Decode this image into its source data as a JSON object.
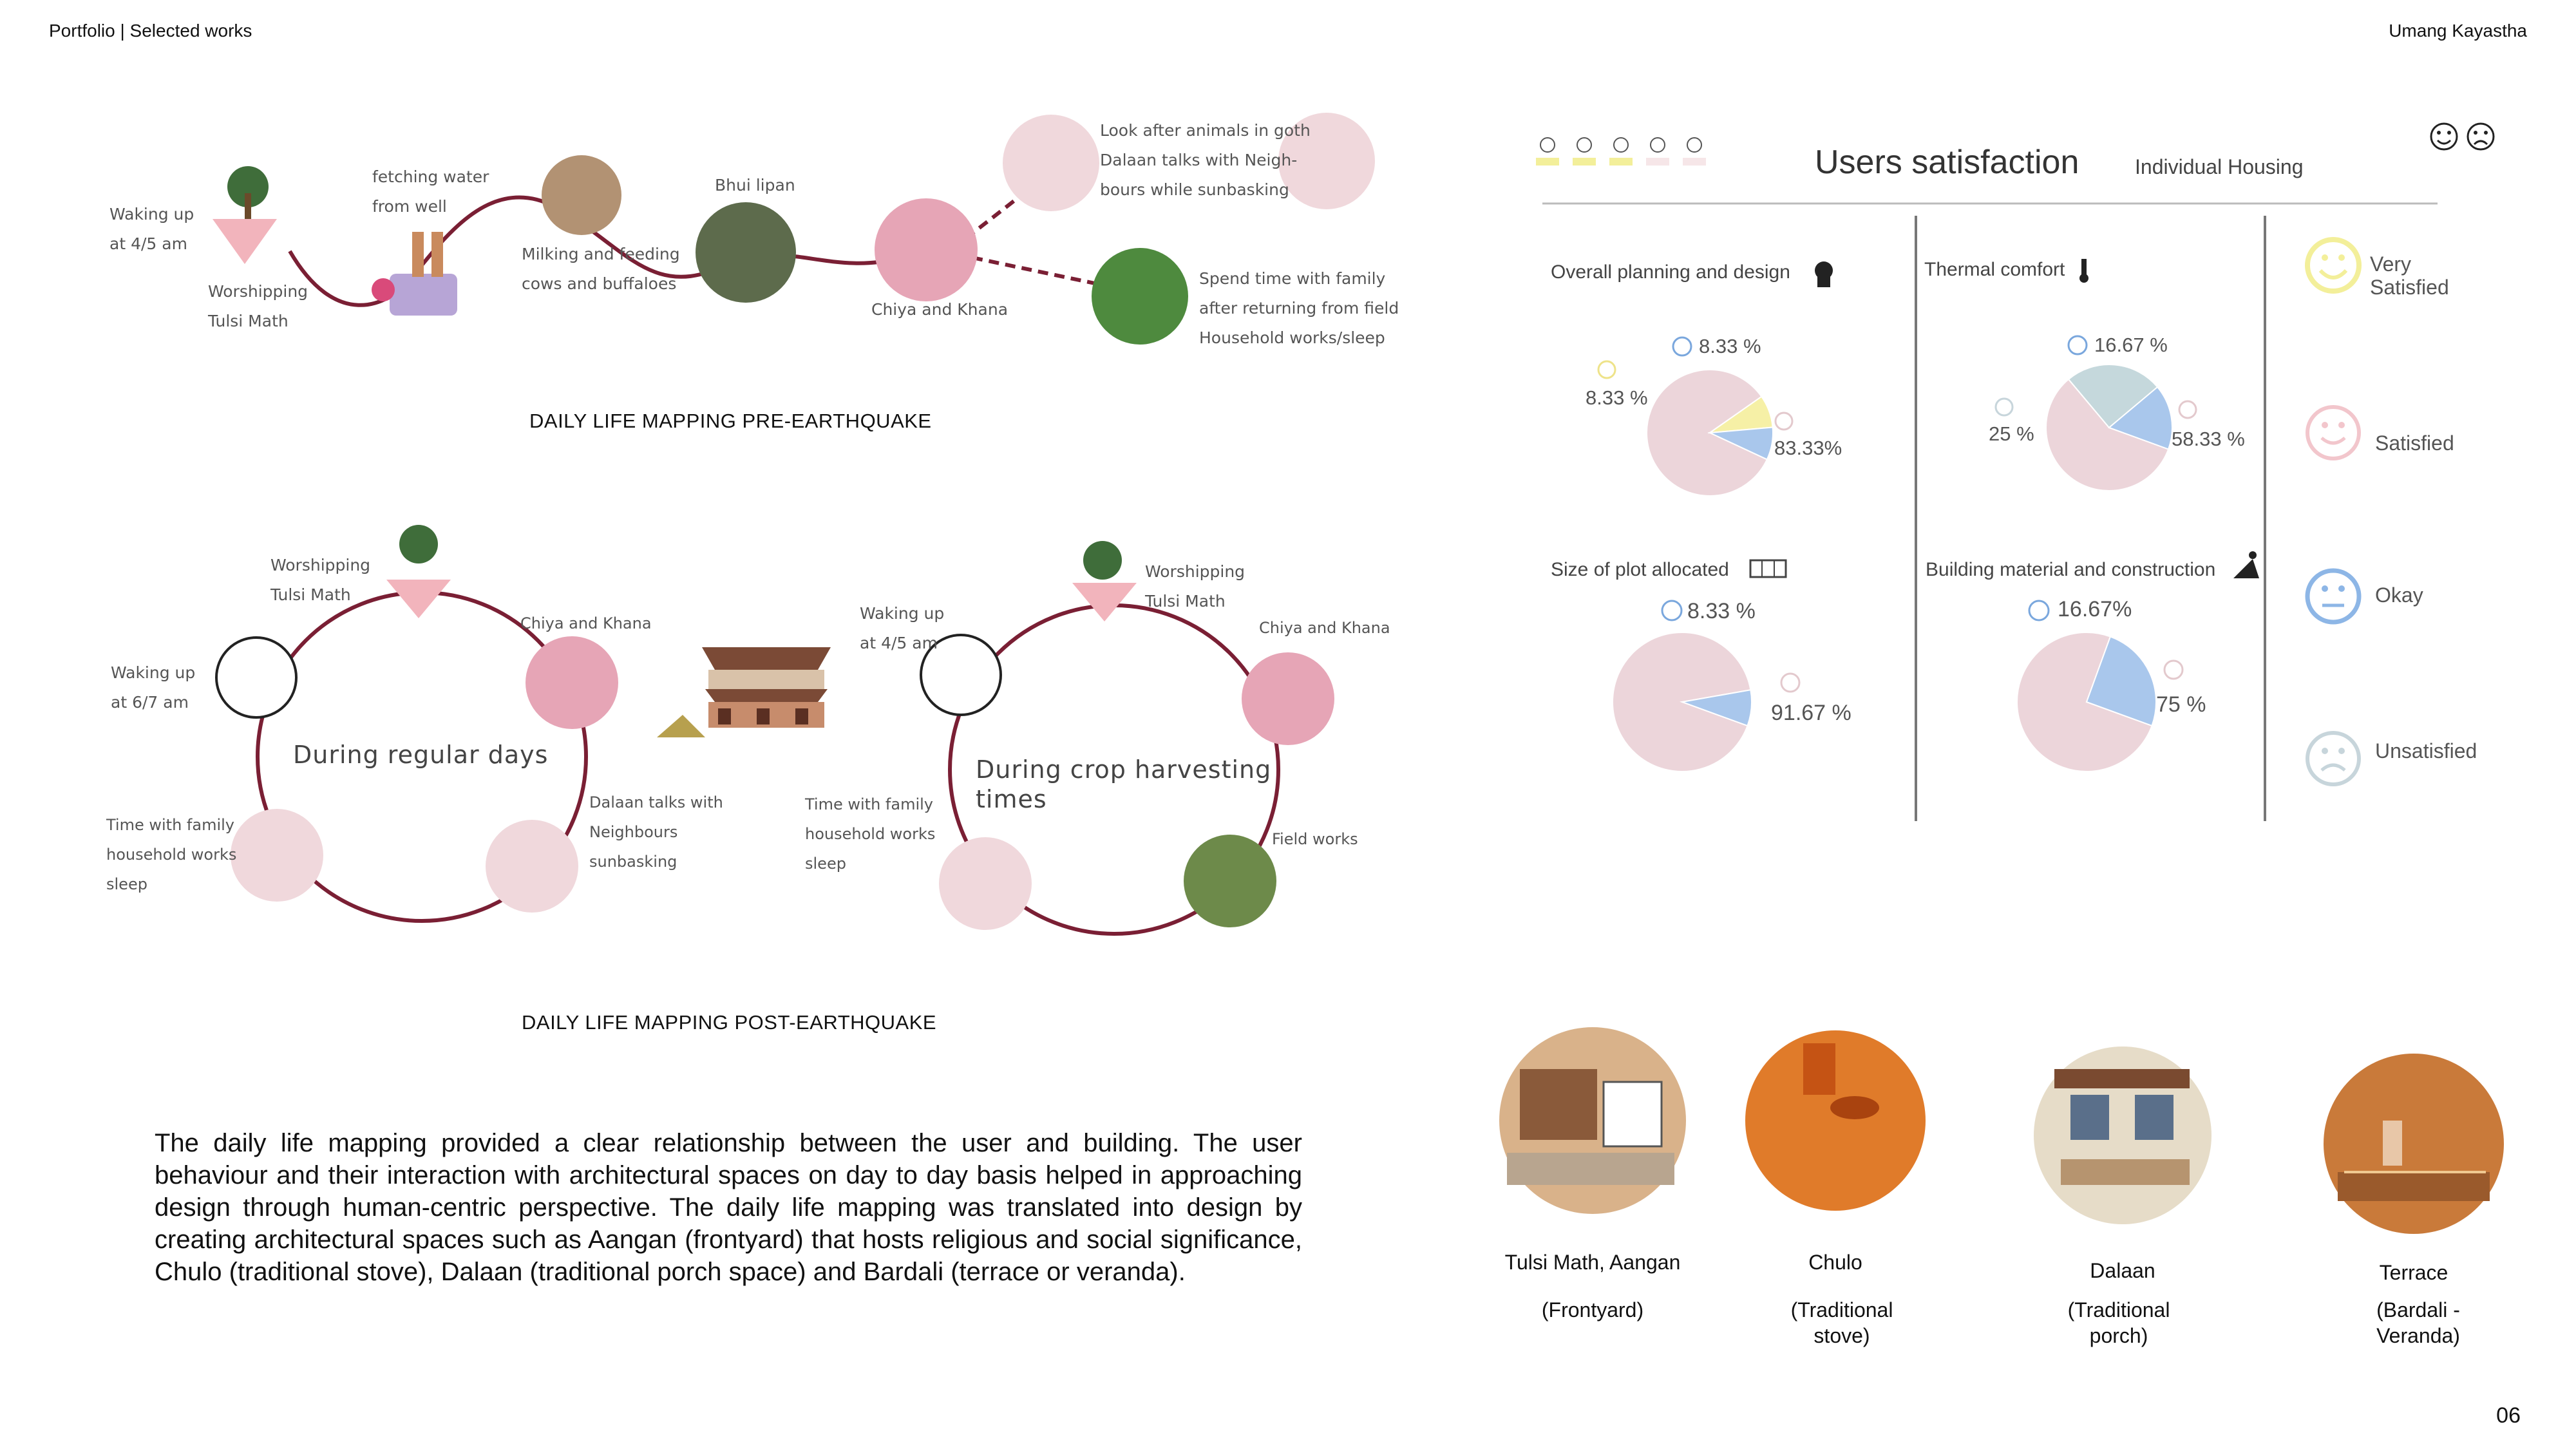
{
  "header": {
    "left": "Portfolio | Selected works",
    "right": "Umang Kayastha",
    "page_number": "06"
  },
  "pre_quake": {
    "caption": "DAILY LIFE MAPPING PRE-EARTHQUAKE",
    "waking": [
      "Waking   up",
      "at 4/5 am"
    ],
    "worship": [
      "Worshipping",
      "Tulsi Math"
    ],
    "water": [
      "fetching  water",
      "from well"
    ],
    "milking": [
      "Milking  and  feeding",
      "cows and buffaloes"
    ],
    "bhui": "Bhui lipan",
    "chiya": "Chiya and Khana",
    "animals": [
      "Look after animals in goth",
      "Dalaan  talks  with  Neigh-",
      "bours while sunbasking"
    ],
    "family": [
      "Spend  time  with  family",
      "after returning from field",
      "Household works/sleep"
    ]
  },
  "post_quake": {
    "caption": "DAILY LIFE MAPPING POST-EARTHQUAKE",
    "regular": {
      "title": "During regular days",
      "worship": [
        "Worshipping",
        "Tulsi Math"
      ],
      "chiya": "Chiya and Khana",
      "waking": [
        "Waking    up",
        "at 6/7 am"
      ],
      "dalaan": [
        "Dalaan talks with",
        "Neighbours",
        "sunbasking"
      ],
      "family": [
        "Time with family",
        "household works",
        "sleep"
      ]
    },
    "harvest": {
      "title": [
        "During crop harvesting",
        "times"
      ],
      "waking": [
        "Waking    up",
        "at 4/5 am"
      ],
      "worship": [
        "Worshipping",
        "Tulsi Math"
      ],
      "chiya": "Chiya and Khana",
      "family": [
        "Time with family",
        "household works",
        "sleep"
      ],
      "field": "Field works"
    }
  },
  "paragraph": "The daily life mapping provided a clear relationship between the user and building. The user behaviour and their interaction with architectural spaces on day to day basis  helped in approaching design through human-centric perspective. The daily life mapping was translated into design by creating architectural spaces  such as Aangan (frontyard) that hosts religious and social significance, Chulo (traditional stove), Dalaan (traditional porch space) and Bardali (terrace or veranda).",
  "satisfaction": {
    "title": "Users satisfaction",
    "subtitle": "Individual Housing",
    "legend": [
      {
        "label": [
          "Very",
          "Satisfied"
        ],
        "color": "#f3ef9a",
        "icon": "very-satisfied-icon"
      },
      {
        "label": [
          "Satisfied"
        ],
        "color": "#f2c6cc",
        "icon": "satisfied-icon"
      },
      {
        "label": [
          "Okay"
        ],
        "color": "#8db6e6",
        "icon": "okay-icon"
      },
      {
        "label": [
          "Unsatisfied"
        ],
        "color": "#c7d5db",
        "icon": "unsatisfied-icon"
      }
    ]
  },
  "chart_data": [
    {
      "type": "pie",
      "title": "Overall planning and design",
      "slices": [
        {
          "label": "83.33%",
          "value": 83.33,
          "color": "#ecd5da"
        },
        {
          "label": "8.33 %",
          "value": 8.33,
          "color": "#f6f0a6"
        },
        {
          "label": "8.33 %",
          "value": 8.33,
          "color": "#a9c7ec"
        }
      ]
    },
    {
      "type": "pie",
      "title": "Thermal comfort",
      "slices": [
        {
          "label": "58.33 %",
          "value": 58.33,
          "color": "#ecd5da"
        },
        {
          "label": "25 %",
          "value": 25,
          "color": "#c5d8dc"
        },
        {
          "label": "16.67 %",
          "value": 16.67,
          "color": "#a9c7ec"
        }
      ]
    },
    {
      "type": "pie",
      "title": "Size of plot allocated",
      "slices": [
        {
          "label": "91.67 %",
          "value": 91.67,
          "color": "#ecd5da"
        },
        {
          "label": "8.33 %",
          "value": 8.33,
          "color": "#a9c7ec"
        }
      ]
    },
    {
      "type": "pie",
      "title": "Building material and construction",
      "slices": [
        {
          "label": "75 %",
          "value": 75,
          "color": "#ecd5da"
        },
        {
          "label": "16.67%",
          "value": 25,
          "color": "#a9c7ec"
        }
      ]
    }
  ],
  "places": [
    {
      "name": "Tulsi Math, Aangan",
      "sub": [
        "(Frontyard)"
      ]
    },
    {
      "name": "Chulo",
      "sub": [
        "(Traditional",
        "stove)"
      ]
    },
    {
      "name": "Dalaan",
      "sub": [
        "(Traditional",
        "porch)"
      ]
    },
    {
      "name": "Terrace",
      "sub": [
        "(Bardali -",
        "Veranda)"
      ]
    }
  ],
  "colors": {
    "maroon": "#7a1f34",
    "pink": "#f0c6cc",
    "pale_pink": "#f6e6e8",
    "accent": "#222222"
  }
}
